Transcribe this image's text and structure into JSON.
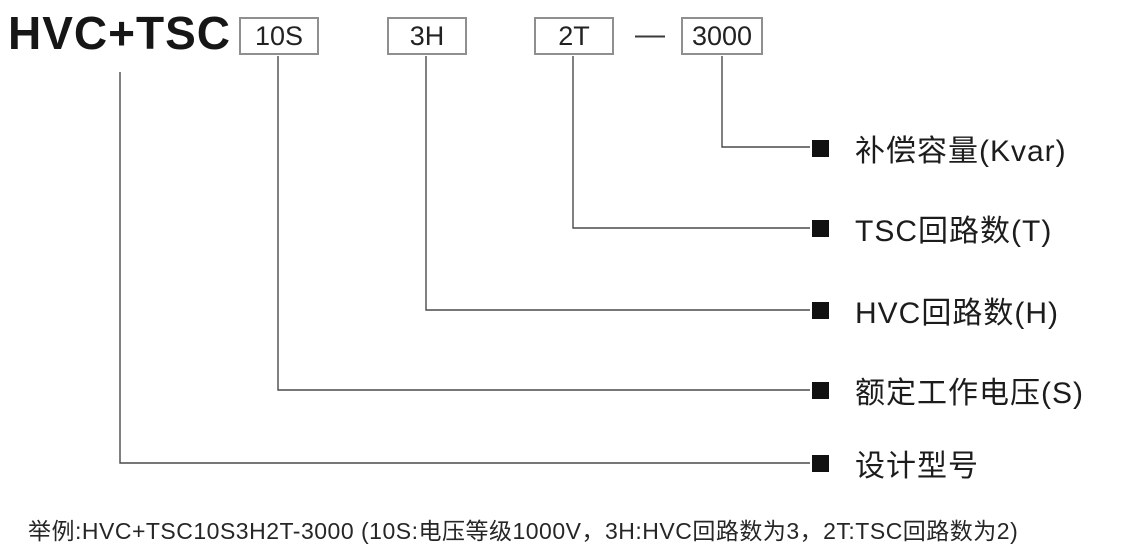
{
  "header": {
    "prefix": "HVC+TSC",
    "boxes": [
      "10S",
      "3H",
      "2T",
      "3000"
    ],
    "dash": "—"
  },
  "legend": [
    {
      "label": "补偿容量(Kvar)"
    },
    {
      "label": "TSC回路数(T)"
    },
    {
      "label": "HVC回路数(H)"
    },
    {
      "label": "额定工作电压(S)"
    },
    {
      "label": "设计型号"
    }
  ],
  "example": {
    "text": "举例:HVC+TSC10S3H2T-3000 (10S:电压等级1000V，3H:HVC回路数为3，2T:TSC回路数为2)"
  },
  "colors": {
    "line": "#4a4a4a",
    "box_border": "#8f8f8f",
    "text": "#1c1c1c",
    "bullet": "#111111"
  }
}
